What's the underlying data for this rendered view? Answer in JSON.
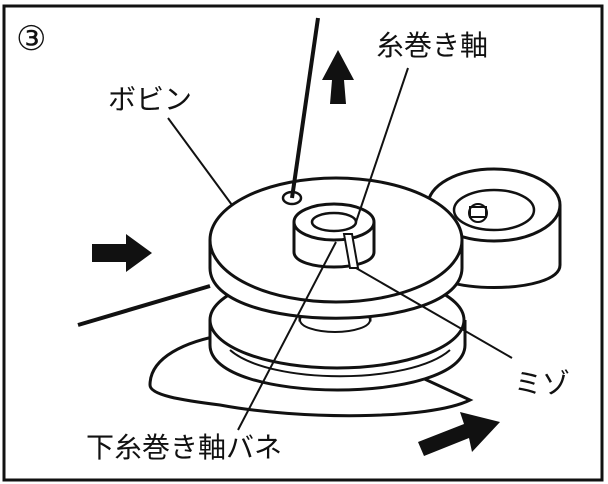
{
  "step": "③",
  "labels": {
    "bobbin": "ボビン",
    "winder_shaft": "糸巻き軸",
    "groove": "ミゾ",
    "bobbin_winder_spring": "下糸巻き軸バネ"
  },
  "colors": {
    "ink": "#111111",
    "paper": "#ffffff",
    "shade": "#e6e6e6"
  },
  "icons": [
    "arrow-up-icon",
    "arrow-right-icon",
    "arrow-upright-icon"
  ]
}
